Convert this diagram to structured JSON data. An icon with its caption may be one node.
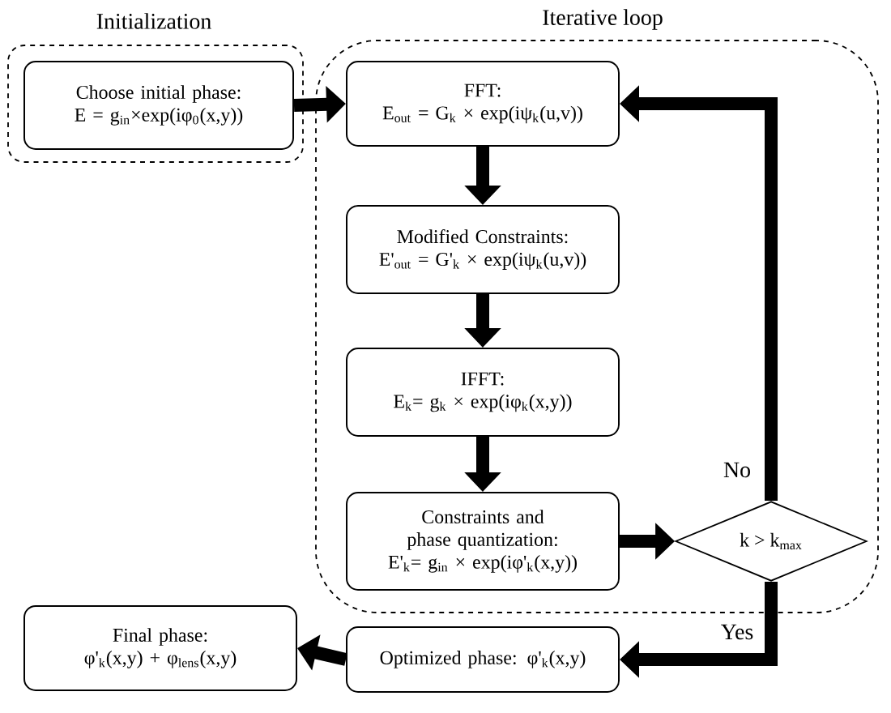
{
  "diagram": {
    "nodes": [
      {
        "text": [
          "Initialization"
        ]
      },
      {
        "text": [
          "Choose initial phase:",
          "E = g$_{in}$×exp(iφ$_{0}$(x,y))"
        ],
        "in": 0
      },
      {
        "text": [
          "Iterative loop"
        ]
      },
      {
        "text": [
          "FFT:",
          "E$_{out}$ = G$_{k}$ × exp(iψ$_{k}$(u,v))"
        ],
        "in": 2
      },
      {
        "text": [
          "Modified Constraints:",
          "E'$_{out}$ = G'$_{k}$ × exp(iψ$_{k}$(u,v))"
        ],
        "in": 2
      },
      {
        "text": [
          "IFFT:",
          "E$_{k}$= g$_{k}$ × exp(iφ$_{k}$(x,y))"
        ],
        "in": 2
      },
      {
        "text": [
          "Constraints and phase quantization:",
          "E'$_{k}$= g$_{in}$ × exp(iφ'$_{k}$(x,y))"
        ],
        "in": 2
      },
      {
        "text": [
          "k > k$_{max}$"
        ],
        "in": 2
      },
      {
        "text": [
          "Optimized phase: φ'$_{k}$(x,y)"
        ]
      },
      {
        "text": [
          "Final phase:",
          "φ'$_{k}$(x,y) + φ$_{lens}$(x,y)"
        ]
      }
    ],
    "edges": [
      {
        "from": 1,
        "to": 3,
        "arrow": "to"
      },
      {
        "from": 3,
        "to": 4,
        "arrow": "to"
      },
      {
        "from": 4,
        "to": 5,
        "arrow": "to"
      },
      {
        "from": 5,
        "to": 6,
        "arrow": "to"
      },
      {
        "from": 6,
        "to": 7,
        "arrow": "to"
      },
      {
        "from": 7,
        "to": 3,
        "arrow": "to",
        "label": "No"
      },
      {
        "from": 7,
        "to": 8,
        "arrow": "to",
        "label": "Yes"
      },
      {
        "from": 8,
        "to": 9,
        "arrow": "to"
      }
    ]
  }
}
